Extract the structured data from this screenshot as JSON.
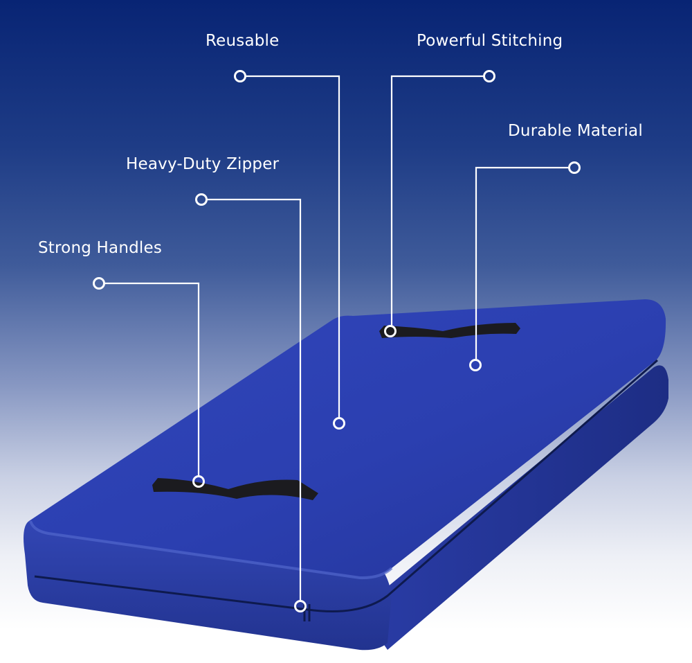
{
  "callouts": {
    "reusable": "Reusable",
    "powerful_stitching": "Powerful Stitching",
    "durable_material": "Durable Material",
    "heavy_duty_zipper": "Heavy-Duty Zipper",
    "strong_handles": "Strong Handles"
  },
  "colors": {
    "background_top": "#082474",
    "background_bottom": "#ffffff",
    "mattress_blue": "#2a3eb0",
    "callout_line": "#ffffff",
    "handle": "#1b1b1f"
  }
}
